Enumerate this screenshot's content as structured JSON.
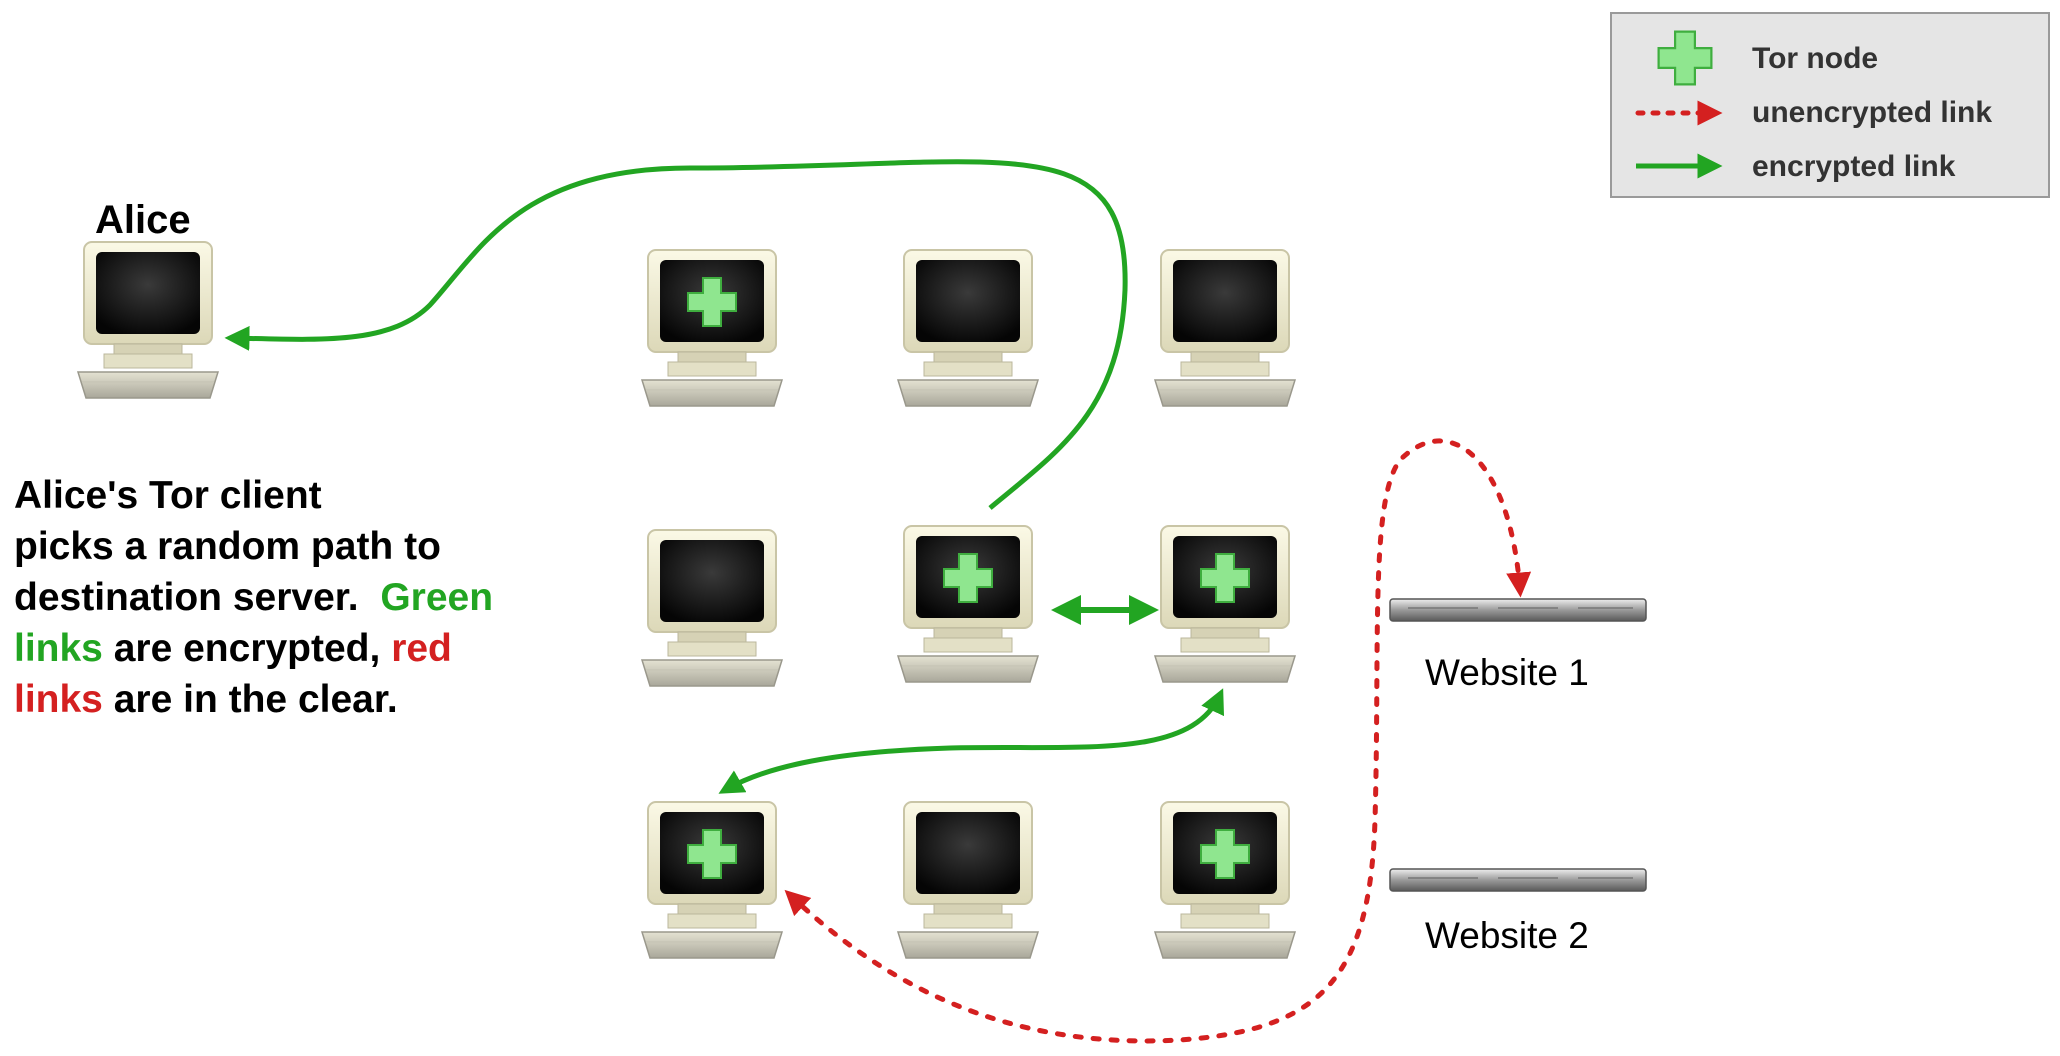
{
  "alice": {
    "label": "Alice"
  },
  "description": {
    "line1": "Alice's Tor client",
    "line2": "picks a random path to",
    "line3_black": "destination server.",
    "line3_green": "Green",
    "line4_green": "links",
    "line4_black": "are encrypted,",
    "line4_red": "red",
    "line5_red": "links",
    "line5_black": "are in the clear."
  },
  "websites": [
    {
      "label": "Website 1"
    },
    {
      "label": "Website 2"
    }
  ],
  "legend": {
    "tor_node": "Tor node",
    "unencrypted": "unencrypted link",
    "encrypted": "encrypted link"
  },
  "colors": {
    "encrypted_link": "#22a522",
    "unencrypted_link": "#d42020",
    "tor_plus": "#7ee07e",
    "screen": "#111111",
    "monitor_body": "#f2f0d8"
  },
  "icons": [
    "computer-icon",
    "tor-node-icon",
    "server-icon",
    "tor-plus-icon"
  ]
}
